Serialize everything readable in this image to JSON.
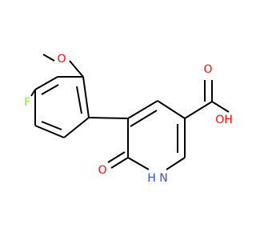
{
  "molecule": {
    "atoms": {
      "F": "F",
      "O_methoxy": "O",
      "O_carbonyl": "O",
      "O_acid_double": "O",
      "O_acid_hydroxyl": "OH",
      "N_ring": "H N"
    },
    "colors": {
      "F": "#90E050",
      "O": "#FF0D0D",
      "N": "#3050F8",
      "C": "#000000",
      "H": "#000000"
    }
  }
}
